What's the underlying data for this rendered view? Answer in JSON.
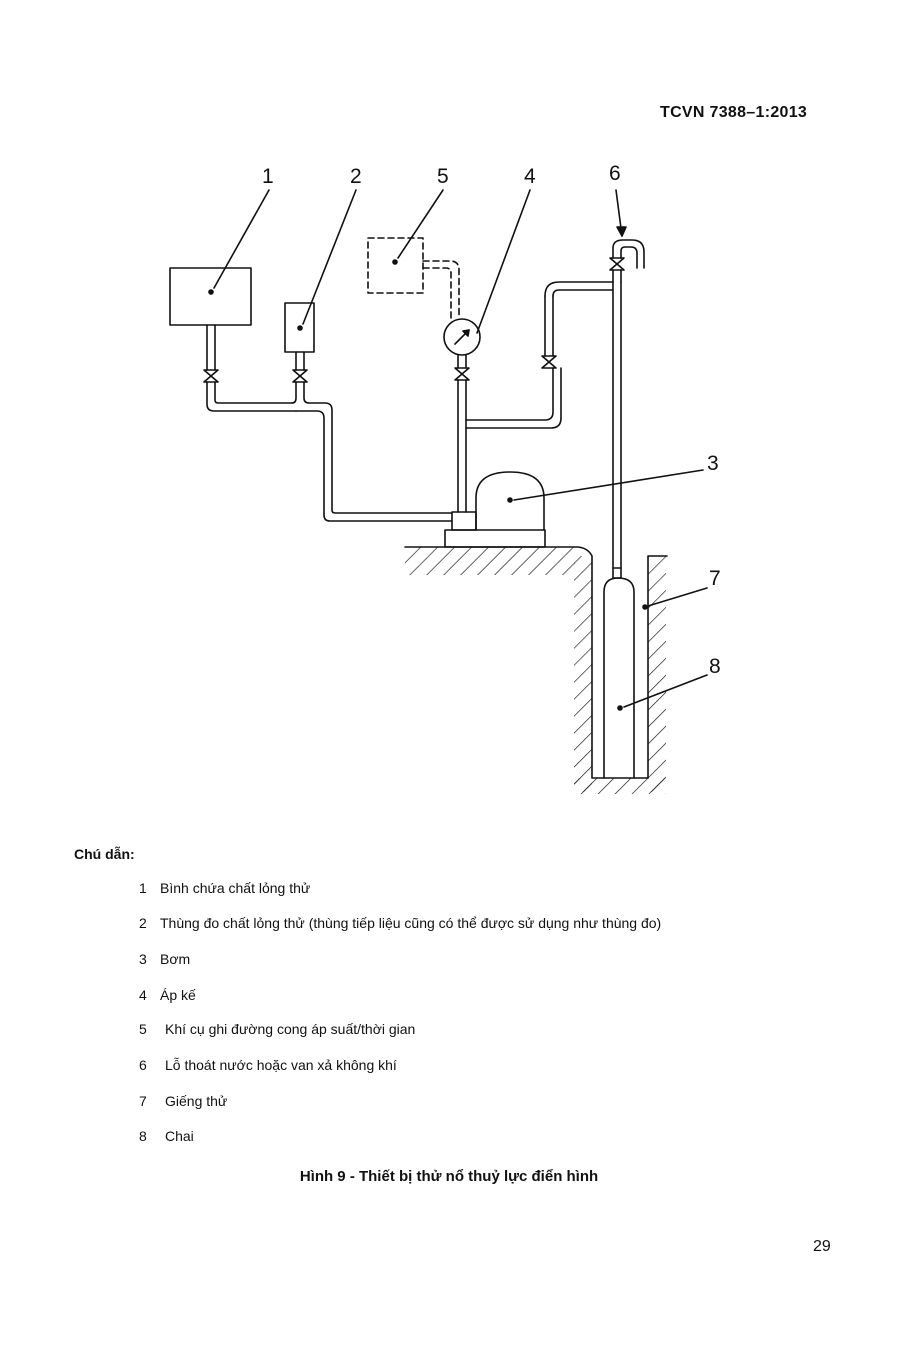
{
  "header": {
    "standard_code": "TCVN 7388–1:2013"
  },
  "figure": {
    "callouts": [
      "1",
      "2",
      "5",
      "4",
      "6",
      "3",
      "7",
      "8"
    ]
  },
  "legend": {
    "title": "Chú dẫn:",
    "items": [
      {
        "num": "1",
        "text": "Bình chứa chất lỏng thử"
      },
      {
        "num": "2",
        "text": "Thùng đo chất lỏng thử (thùng tiếp liệu cũng có thể được sử dụng như thùng đo)"
      },
      {
        "num": "3",
        "text": "Bơm"
      },
      {
        "num": "4",
        "text": "Áp kế"
      },
      {
        "num": "5",
        "text": "Khí cụ ghi đường cong áp suất/thời gian"
      },
      {
        "num": "6",
        "text": "Lỗ thoát nước hoặc van xả không khí"
      },
      {
        "num": "7",
        "text": "Giếng thử"
      },
      {
        "num": "8",
        "text": "Chai"
      }
    ]
  },
  "caption": "Hình 9 - Thiết bị thử nổ thuỷ lực điển hình",
  "page_number": "29"
}
